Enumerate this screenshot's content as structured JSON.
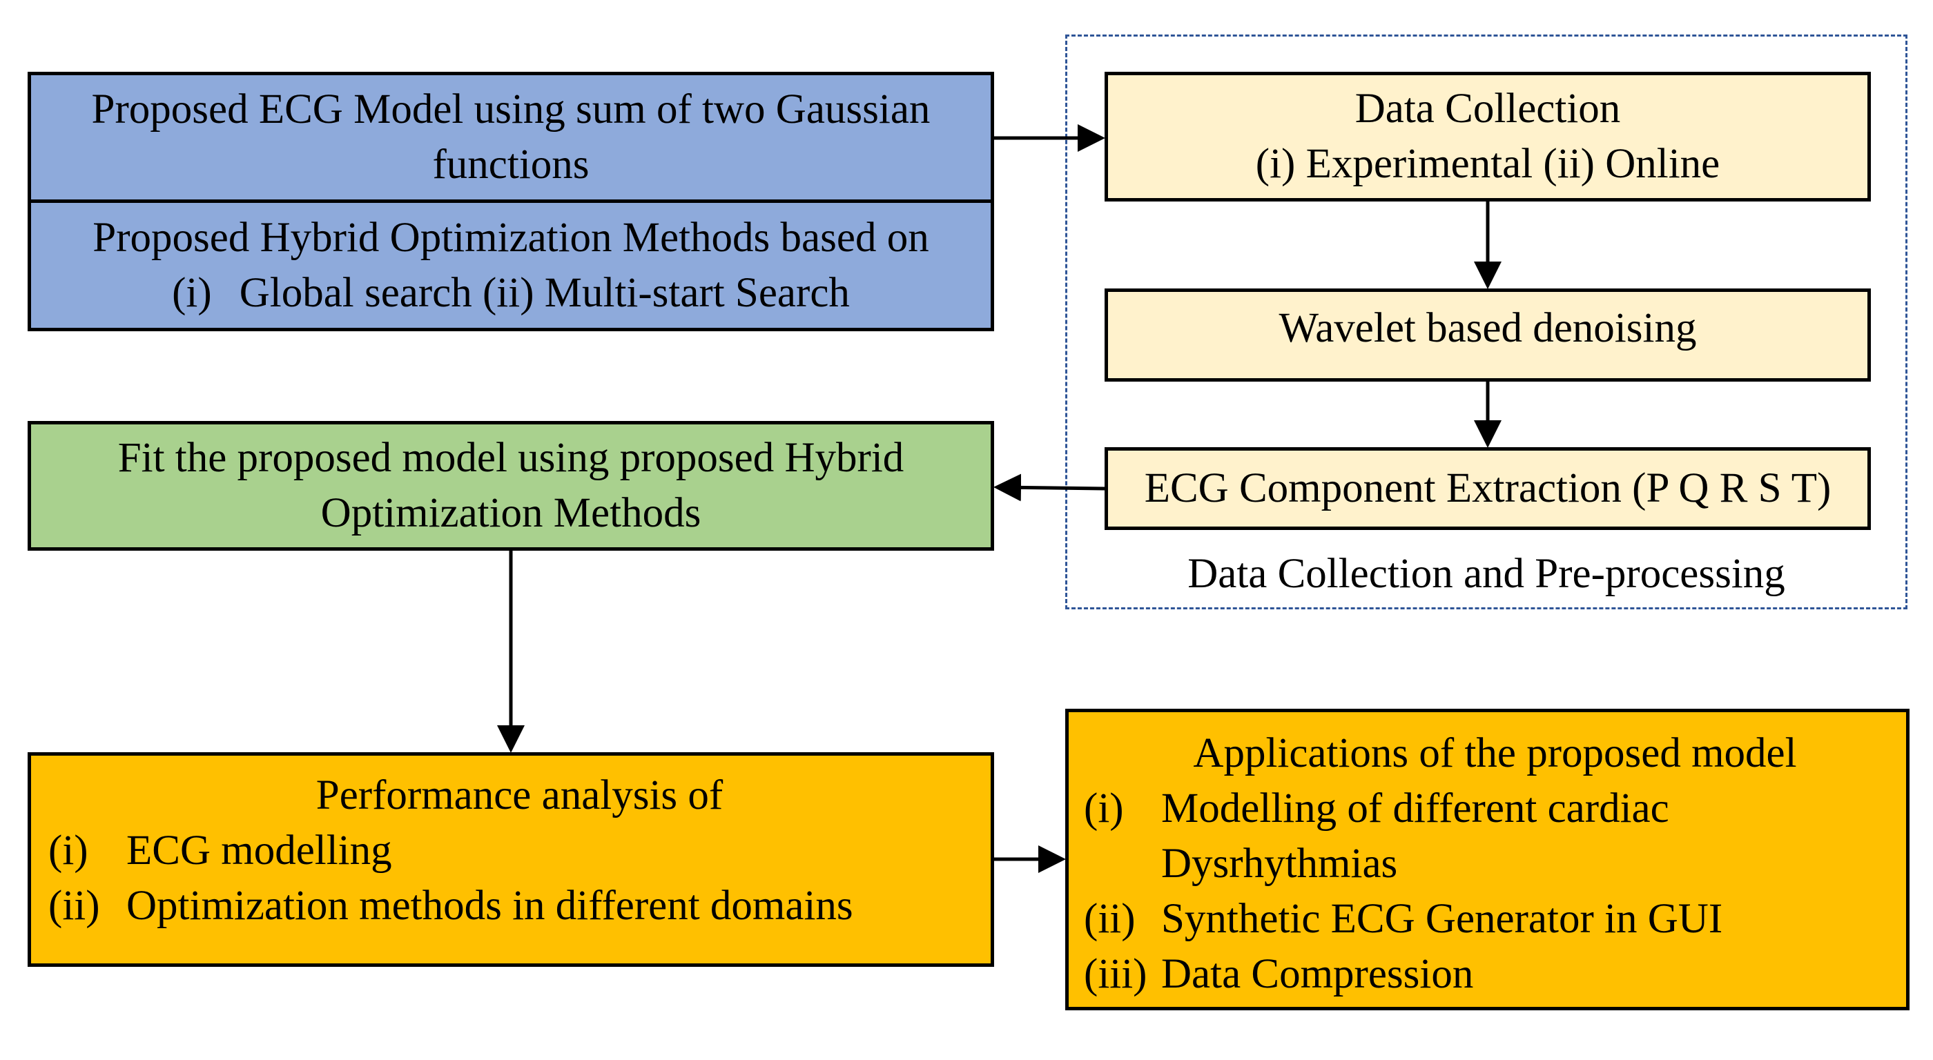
{
  "model_box": {
    "line1": "Proposed ECG Model using sum of two Gaussian",
    "line2": "functions"
  },
  "hybrid_box": {
    "line1": "Proposed Hybrid Optimization Methods based on",
    "item_num": "(i)",
    "item_text": "Global search (ii) Multi-start Search"
  },
  "fit_box": {
    "line1": "Fit the proposed model using proposed Hybrid",
    "line2": "Optimization Methods"
  },
  "data_collection_box": {
    "line1": "Data Collection",
    "line2": "(i) Experimental (ii) Online"
  },
  "denoising_box": {
    "label": "Wavelet based denoising"
  },
  "extraction_box": {
    "label": "ECG Component Extraction (P Q R S T)"
  },
  "preprocessing_group": {
    "caption": "Data Collection and Pre-processing"
  },
  "performance_box": {
    "title": "Performance analysis of",
    "items": [
      {
        "num": "(i)",
        "text": "ECG modelling"
      },
      {
        "num": "(ii)",
        "text": "Optimization methods in different domains"
      }
    ]
  },
  "applications_box": {
    "title": "Applications of the proposed model",
    "items": [
      {
        "num": "(i)",
        "text": "Modelling of different cardiac",
        "text2": "Dysrhythmias"
      },
      {
        "num": "(ii)",
        "text": "Synthetic ECG Generator in GUI"
      },
      {
        "num": "(iii)",
        "text": "Data Compression"
      }
    ]
  },
  "colors": {
    "model_fill": "#8eaadb",
    "fit_fill": "#a9d18e",
    "preprocess_fill": "#fff2cc",
    "output_fill": "#ffc000",
    "group_border": "#2f5597"
  }
}
